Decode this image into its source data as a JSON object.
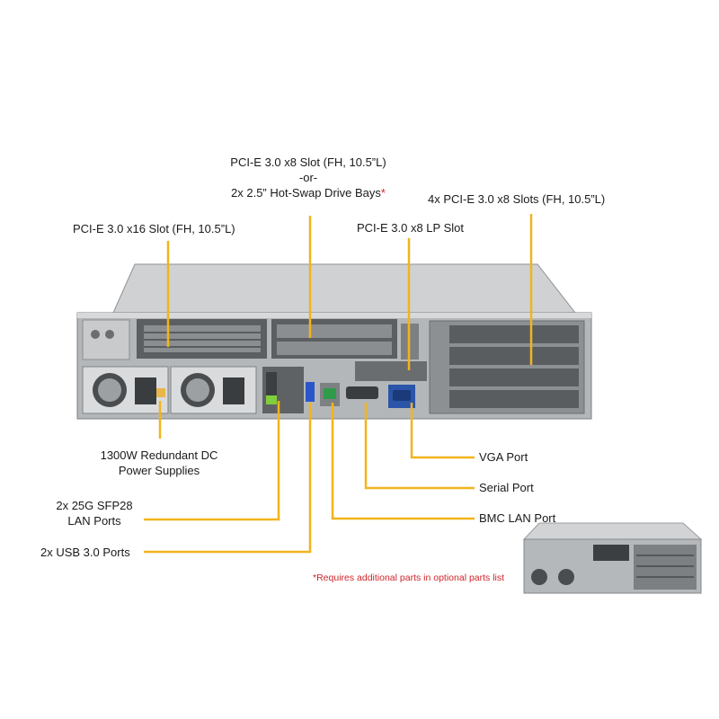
{
  "callouts": {
    "pcie_x8_slot": {
      "line1": "PCI-E 3.0 x8 Slot (FH, 10.5”L)",
      "line2": "-or-",
      "line3": "2x 2.5” Hot-Swap Drive Bays",
      "star": "*"
    },
    "pcie_4x_slots": "4x PCI-E 3.0 x8 Slots (FH, 10.5”L)",
    "pcie_x16_slot": "PCI-E 3.0 x16 Slot (FH, 10.5”L)",
    "pcie_lp_slot": "PCI-E 3.0 x8 LP Slot",
    "power_supplies": {
      "line1": "1300W Redundant DC",
      "line2": "Power Supplies"
    },
    "sfp28": {
      "line1": "2x 25G SFP28",
      "line2": "LAN Ports"
    },
    "usb": "2x USB 3.0 Ports",
    "vga": "VGA Port",
    "serial": "Serial Port",
    "bmc_lan": "BMC LAN Port"
  },
  "note": "*Requires additional parts in optional parts list",
  "colors": {
    "leader": "#f2b41c",
    "note": "#d0242a",
    "chassis": "#a9acae",
    "vga_port": "#2a55a8",
    "bmc_port": "#2f9a4a"
  }
}
